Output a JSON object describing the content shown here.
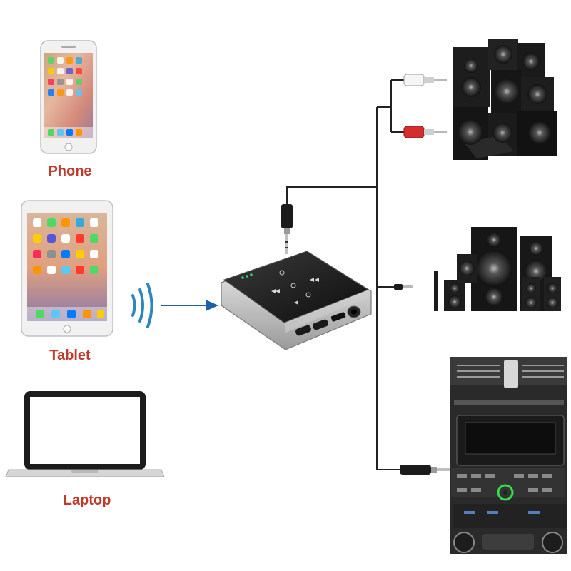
{
  "sources": [
    {
      "id": "phone",
      "label": "Phone",
      "icon": "smartphone-icon"
    },
    {
      "id": "tablet",
      "label": "Tablet",
      "icon": "tablet-icon"
    },
    {
      "id": "laptop",
      "label": "Laptop",
      "icon": "laptop-icon"
    }
  ],
  "center_device": {
    "icon": "bluetooth-adapter-icon"
  },
  "outputs": [
    {
      "id": "hifi-speakers",
      "icon": "speaker-stack-icon",
      "connector": "rca-cable"
    },
    {
      "id": "home-theater",
      "icon": "home-theater-speakers-icon",
      "connector": "3.5mm-jack"
    },
    {
      "id": "car-stereo",
      "icon": "car-dashboard-icon",
      "connector": "3.5mm-jack"
    }
  ],
  "colors": {
    "label": "#c0392b",
    "arrow": "#1f5fa8",
    "bluetooth_waves": "#2e86c1",
    "cable": "#222222",
    "rca_red": "#d32f2f"
  }
}
